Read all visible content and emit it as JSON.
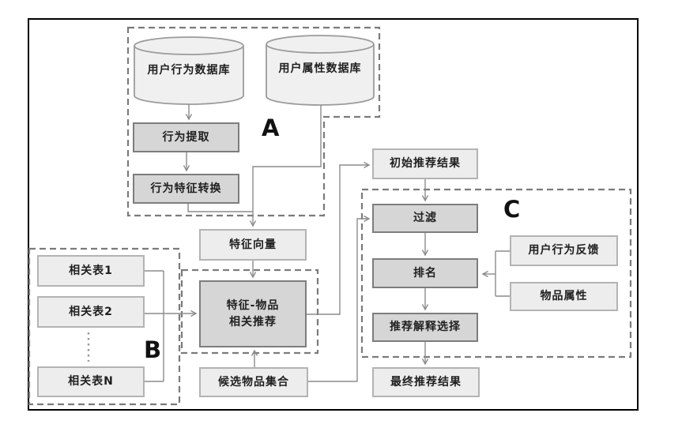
{
  "diagram": {
    "type": "flowchart",
    "groups": {
      "a": {
        "label": "A"
      },
      "b": {
        "label": "B"
      },
      "c": {
        "label": "C"
      }
    },
    "nodes": {
      "user_behavior_db": {
        "label": "用户行为数据库",
        "shape": "cylinder"
      },
      "user_attr_db": {
        "label": "用户属性数据库",
        "shape": "cylinder"
      },
      "behavior_extract": {
        "label": "行为提取"
      },
      "behavior_feature_conv": {
        "label": "行为特征转换"
      },
      "feature_vector": {
        "label": "特征向量"
      },
      "feature_item_rec": {
        "label_line1": "特征-物品",
        "label_line2": "相关推荐"
      },
      "related_table_1": {
        "label": "相关表1"
      },
      "related_table_2": {
        "label": "相关表2"
      },
      "related_table_n": {
        "label": "相关表N"
      },
      "candidate_item_set": {
        "label": "候选物品集合"
      },
      "initial_rec_result": {
        "label": "初始推荐结果"
      },
      "filter": {
        "label": "过滤"
      },
      "ranking": {
        "label": "排名"
      },
      "rec_explain_select": {
        "label": "推荐解释选择"
      },
      "final_rec_result": {
        "label": "最终推荐结果"
      },
      "user_behavior_feedback": {
        "label": "用户行为反馈"
      },
      "item_attributes": {
        "label": "物品属性"
      }
    },
    "edges": [
      {
        "from": "user_behavior_db",
        "to": "behavior_extract"
      },
      {
        "from": "behavior_extract",
        "to": "behavior_feature_conv"
      },
      {
        "from": "behavior_feature_conv",
        "to": "feature_vector"
      },
      {
        "from": "user_attr_db",
        "to": "feature_vector"
      },
      {
        "from": "feature_vector",
        "to": "feature_item_rec"
      },
      {
        "from": "related_table_1",
        "to": "feature_item_rec"
      },
      {
        "from": "related_table_2",
        "to": "feature_item_rec"
      },
      {
        "from": "related_table_n",
        "to": "feature_item_rec"
      },
      {
        "from": "candidate_item_set",
        "to": "feature_item_rec"
      },
      {
        "from": "feature_item_rec",
        "to": "initial_rec_result"
      },
      {
        "from": "initial_rec_result",
        "to": "filter"
      },
      {
        "from": "candidate_item_set",
        "to": "filter"
      },
      {
        "from": "filter",
        "to": "ranking"
      },
      {
        "from": "user_behavior_feedback",
        "to": "ranking"
      },
      {
        "from": "item_attributes",
        "to": "ranking"
      },
      {
        "from": "ranking",
        "to": "rec_explain_select"
      },
      {
        "from": "rec_explain_select",
        "to": "final_rec_result"
      }
    ],
    "colors": {
      "node_dark_fill": "#d6d6d6",
      "node_dark_border": "#7d7d7d",
      "node_light_fill": "#ededed",
      "node_light_border": "#b3b3b3",
      "cylinder_fill": "#f0f0f0",
      "cylinder_border": "#9b9b9b",
      "dashed_group_border": "#7b7b7b",
      "connector": "#8c8c8c",
      "outer_frame": "#000000"
    }
  }
}
